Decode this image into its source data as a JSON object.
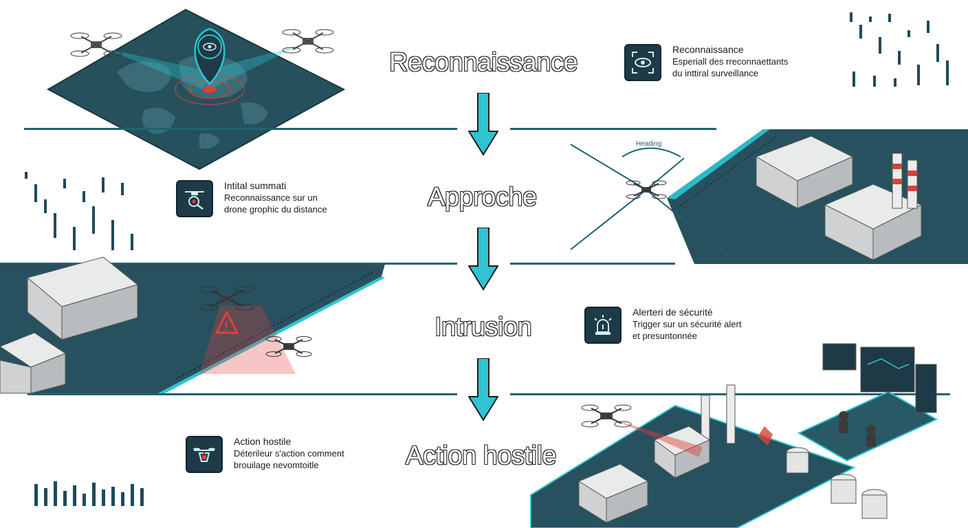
{
  "stages": [
    {
      "id": "reconnaissance",
      "title": "Reconnaissance"
    },
    {
      "id": "approche",
      "title": "Approche"
    },
    {
      "id": "intrusion",
      "title": "Intrusion"
    },
    {
      "id": "action-hostile",
      "title": "Action hostile"
    }
  ],
  "info_boxes": [
    {
      "icon": "eye-scan-icon",
      "title": "Reconnaissance",
      "lines": [
        "Esperiall des rreconnaettants",
        "du inttiral surveillance"
      ]
    },
    {
      "icon": "drone-target-icon",
      "title": "Intital summati",
      "lines": [
        "Reconnaissance sur un",
        "drone grophic du distance"
      ]
    },
    {
      "icon": "alarm-beacon-icon",
      "title": "Alerteri de sécurité",
      "lines": [
        "Trigger sur un sécurité alert",
        "et presuntonnée"
      ]
    },
    {
      "icon": "drone-lock-icon",
      "title": "Action hostile",
      "lines": [
        "Déterileur s'action comment",
        "brouilage nevomtoitle"
      ]
    }
  ],
  "approach_diagram_labels": {
    "heading": "Heading"
  },
  "colors": {
    "accent": "#2ec4d1",
    "panel": "#1d3a46",
    "ground": "#27515f",
    "alert": "#e0403a"
  }
}
